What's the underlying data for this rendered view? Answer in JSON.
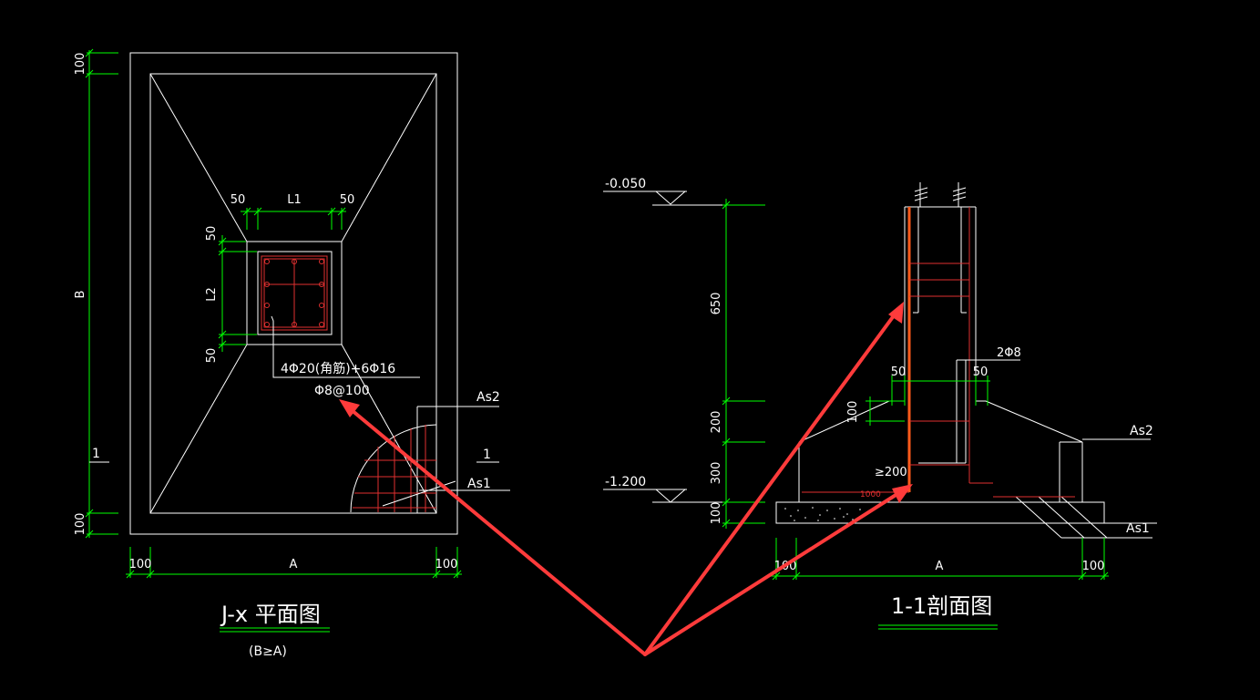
{
  "plan": {
    "title": "J-x 平面图",
    "subtitle": "(B≥A)",
    "dims": {
      "top_100": "100",
      "B": "B",
      "bottom_100": "100",
      "left_100": "100",
      "A": "A",
      "right_100": "100",
      "w50_left": "50",
      "L1": "L1",
      "w50_right": "50",
      "h50_top": "50",
      "L2": "L2",
      "h50_bottom": "50"
    },
    "rebar_note": "4Φ20(角筋)+6Φ16",
    "stirrup_note": "Φ8@100",
    "as2": "As2",
    "as1": "As1",
    "section_mark": "1"
  },
  "section": {
    "title": "1-1剖面图",
    "level_top": "-0.050",
    "level_bottom": "-1.200",
    "dims": {
      "h650": "650",
      "h200": "200",
      "h300": "300",
      "h100": "100",
      "left_100": "100",
      "A": "A",
      "right_100": "100",
      "w50_left": "50",
      "w50_right": "50",
      "h100_step": "100"
    },
    "ties": "2Φ8",
    "min200": "≥200",
    "red_dim": "1000",
    "as2": "As2",
    "as1": "As1"
  }
}
